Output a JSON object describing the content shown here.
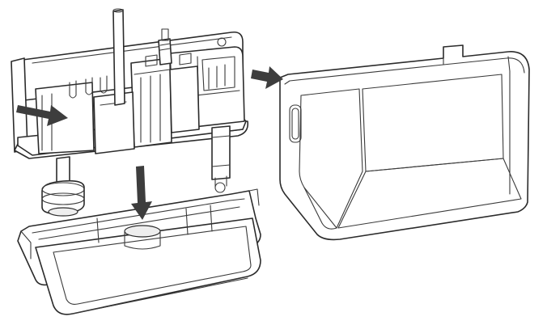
{
  "figure": {
    "background": "#ffffff",
    "line_color": "#2b2b2b",
    "arrow_color": "#3d3d3d",
    "components": [
      "pump-unit",
      "discharge-tube",
      "float-sensor",
      "reservoir-tray",
      "side-cover"
    ],
    "arrows": [
      {
        "name": "arrow-into-unit",
        "direction": "right"
      },
      {
        "name": "arrow-to-cover",
        "direction": "right"
      },
      {
        "name": "arrow-to-tray",
        "direction": "down"
      }
    ]
  }
}
